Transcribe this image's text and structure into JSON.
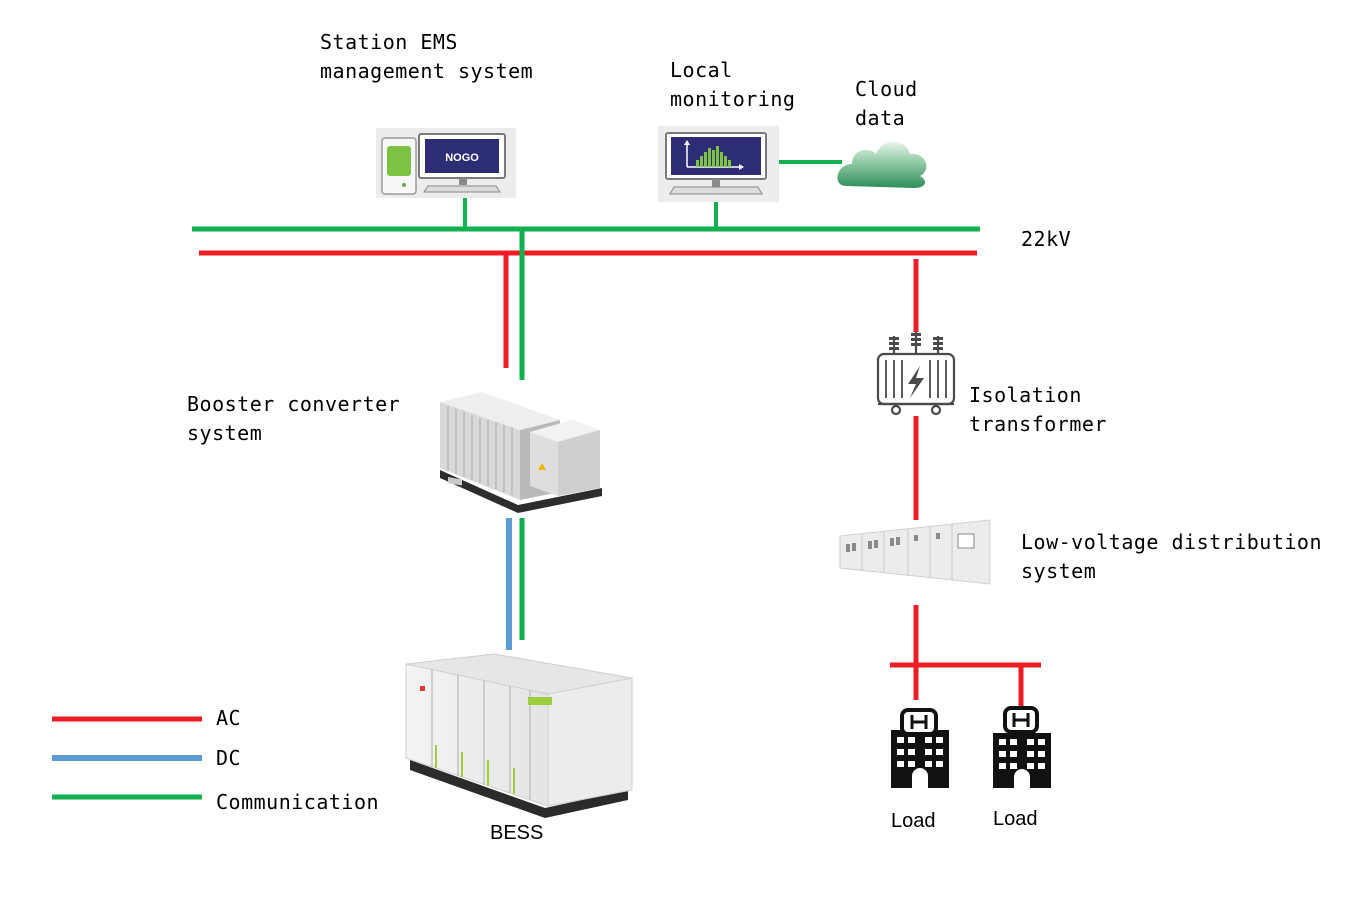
{
  "colors": {
    "ac": "#ee1c25",
    "dc": "#5b9bd5",
    "communication": "#12b04f"
  },
  "labels": {
    "station_ems_line1": "Station EMS",
    "station_ems_line2": "management system",
    "local_monitoring_line1": "Local",
    "local_monitoring_line2": "monitoring",
    "cloud_line1": "Cloud",
    "cloud_line2": "data",
    "bus_voltage": "22kV",
    "booster_line1": "Booster converter",
    "booster_line2": "system",
    "isolation_line1": "Isolation",
    "isolation_line2": "transformer",
    "lv_dist_line1": "Low-voltage distribution",
    "lv_dist_line2": "system",
    "bess": "BESS",
    "load_1": "Load",
    "load_2": "Load",
    "ems_screen_logo": "NOGO"
  },
  "legend": [
    {
      "label": "AC",
      "color": "#ee1c25"
    },
    {
      "label": "DC",
      "color": "#5b9bd5"
    },
    {
      "label": "Communication",
      "color": "#12b04f"
    }
  ],
  "icons": {
    "ems_computer": "computer-icon",
    "monitoring_computer": "monitor-chart-icon",
    "cloud": "cloud-icon",
    "booster": "container-icon",
    "transformer": "transformer-icon",
    "lv_cabinet": "switchgear-icon",
    "bess": "battery-container-icon",
    "load": "building-icon"
  }
}
